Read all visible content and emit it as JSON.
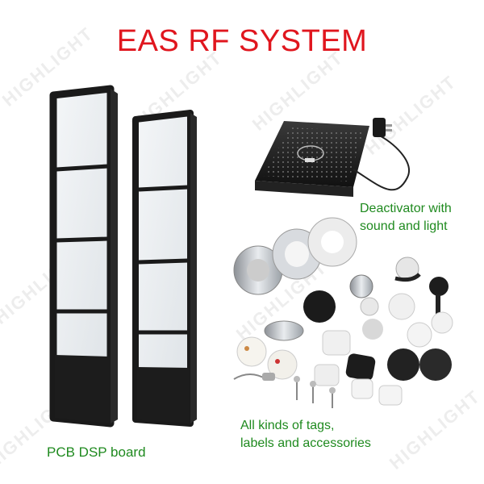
{
  "title": "EAS RF SYSTEM",
  "labels": {
    "deactivator_line1": "Deactivator with",
    "deactivator_line2": "sound and light",
    "tags_line1": "All kinds of tags,",
    "tags_line2": "labels and accessories",
    "pcb": "PCB DSP board"
  },
  "watermark": "HIGHLIGHT",
  "colors": {
    "title": "#e0161e",
    "label": "#1f8a1f",
    "antenna_frame": "#1a1a1a"
  }
}
